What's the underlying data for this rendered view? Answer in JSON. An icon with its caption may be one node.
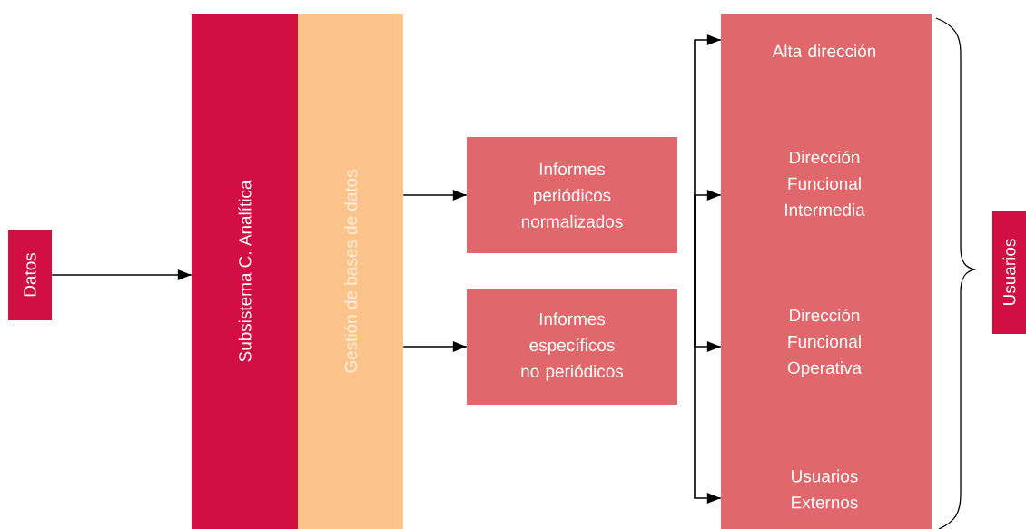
{
  "diagram": {
    "nodes": [
      {
        "text": [
          "Datos"
        ]
      },
      {
        "text": [
          "Subsistema C. Analítica"
        ]
      },
      {
        "text": [
          "Gestión de bases de datos"
        ]
      },
      {
        "text": [
          "Informes periódicos normalizados"
        ]
      },
      {
        "text": [
          "Informes específicos no periódicos"
        ]
      },
      {
        "text": [],
        "shape": "box"
      },
      {
        "text": [
          "Alta dirección"
        ],
        "in": 5
      },
      {
        "text": [
          "Dirección Funcional Intermedia"
        ],
        "in": 5
      },
      {
        "text": [
          "Dirección Funcional Operativa"
        ],
        "in": 5
      },
      {
        "text": [
          "Usuarios Externos"
        ],
        "in": 5
      },
      {
        "text": [
          "Usuarios"
        ]
      }
    ],
    "edges": [
      {
        "from": 0,
        "to": 1,
        "arrow": "to"
      },
      {
        "from": 2,
        "to": 3,
        "arrow": "to"
      },
      {
        "from": 2,
        "to": 4,
        "arrow": "to"
      },
      {
        "from": null,
        "to": 5,
        "arrow": "to"
      },
      {
        "from": null,
        "to": 5,
        "arrow": "to"
      },
      {
        "from": null,
        "to": 5,
        "arrow": "to"
      },
      {
        "from": null,
        "to": 5,
        "arrow": "to"
      }
    ]
  }
}
